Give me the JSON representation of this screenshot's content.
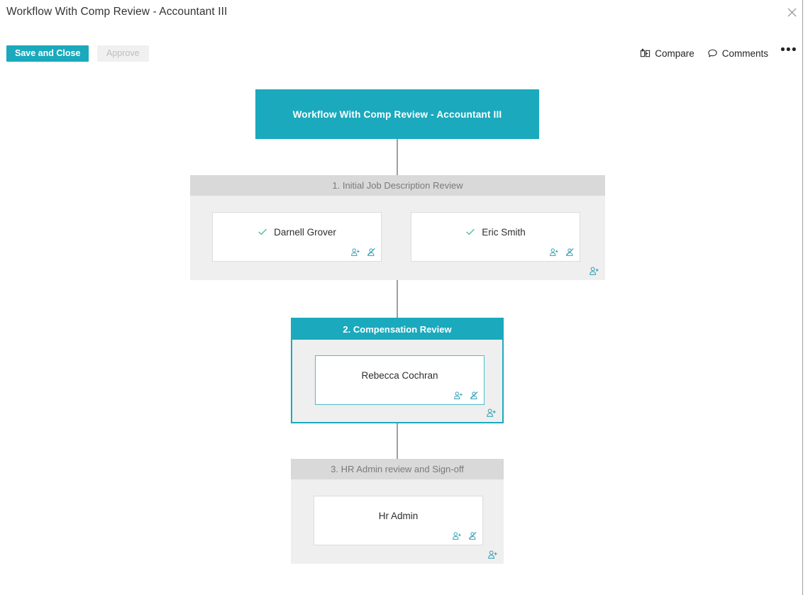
{
  "header": {
    "title": "Workflow With Comp Review - Accountant III",
    "close_icon": "close-icon"
  },
  "toolbar": {
    "save_label": "Save and Close",
    "approve_label": "Approve",
    "compare_label": "Compare",
    "compare_icon": "compare-icon",
    "comments_label": "Comments",
    "comments_icon": "comment-bubble-icon",
    "overflow_label": "•••"
  },
  "colors": {
    "accent_teal": "#1ba9bd",
    "icon_teal": "#2f9fb3",
    "check_green": "#4cc0a0",
    "step_header_gray": "#d9d9d9",
    "step_body_gray": "#efefef",
    "connector_gray": "#9e9e9e",
    "disabled_text": "#bdbdbd"
  },
  "diagram": {
    "root": {
      "label": "Workflow With Comp Review - Accountant III"
    },
    "steps": [
      {
        "label": "1. Initial Job Description Review",
        "active": false,
        "add_icon": "add-person-icon",
        "assignees": [
          {
            "name": "Darnell Grover",
            "approved": true,
            "check_icon": "check-icon",
            "add_icon": "add-person-icon",
            "remove_icon": "remove-person-icon"
          },
          {
            "name": "Eric Smith",
            "approved": true,
            "check_icon": "check-icon",
            "add_icon": "add-person-icon",
            "remove_icon": "remove-person-icon"
          }
        ]
      },
      {
        "label": "2. Compensation Review",
        "active": true,
        "add_icon": "add-person-icon",
        "assignees": [
          {
            "name": "Rebecca Cochran",
            "approved": false,
            "add_icon": "add-person-icon",
            "remove_icon": "remove-person-icon"
          }
        ]
      },
      {
        "label": "3. HR Admin review and Sign-off",
        "active": false,
        "add_icon": "add-person-icon",
        "assignees": [
          {
            "name": "Hr Admin",
            "approved": false,
            "add_icon": "add-person-icon",
            "remove_icon": "remove-person-icon"
          }
        ]
      }
    ]
  }
}
